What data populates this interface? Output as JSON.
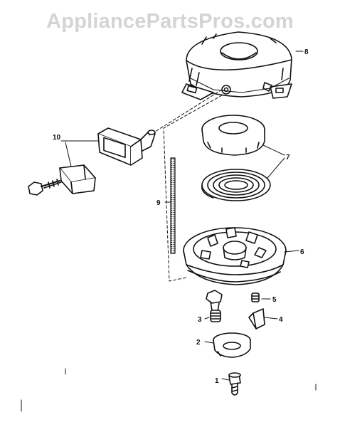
{
  "watermark": "AppliancePartsPros.com",
  "callouts": [
    {
      "id": "1",
      "text": "1"
    },
    {
      "id": "2",
      "text": "2"
    },
    {
      "id": "3",
      "text": "3"
    },
    {
      "id": "4",
      "text": "4"
    },
    {
      "id": "5",
      "text": "5"
    },
    {
      "id": "6",
      "text": "6"
    },
    {
      "id": "7",
      "text": "7"
    },
    {
      "id": "8",
      "text": "8"
    },
    {
      "id": "9",
      "text": "9"
    },
    {
      "id": "10",
      "text": "10"
    }
  ],
  "colors": {
    "ink": "#111111",
    "watermark": "#d4d4d4",
    "background": "#ffffff"
  }
}
